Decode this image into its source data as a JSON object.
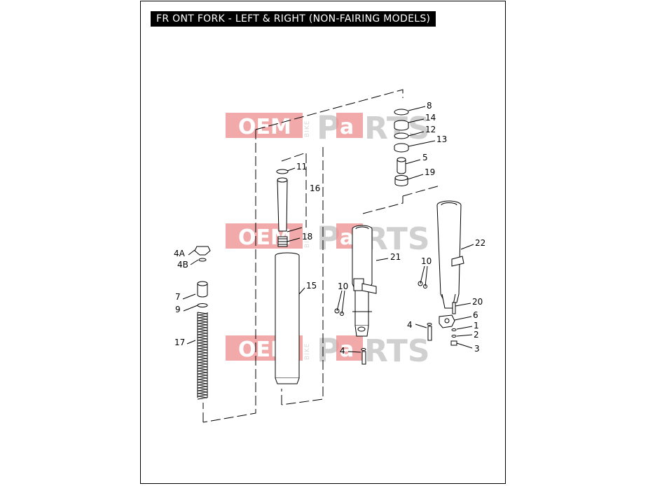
{
  "title": "FR ONT FORK  - LEFT  & RIGHT (NON-FAIRING MODELS)",
  "watermark": {
    "oem": "OEM",
    "bike": "BIKE",
    "parts_a": "P",
    "parts_b": "a",
    "parts_c": "RTS"
  },
  "colors": {
    "watermark_red": "#ee8c8c",
    "watermark_gray": "#c8c8c8",
    "title_bg": "#000000",
    "title_fg": "#ffffff"
  },
  "callouts": {
    "c8": "8",
    "c14": "14",
    "c12": "12",
    "c13": "13",
    "c5": "5",
    "c19": "19",
    "c11": "11",
    "c16": "16",
    "c18": "18",
    "c15": "15",
    "c4A": "4A",
    "c4B": "4B",
    "c7": "7",
    "c9": "9",
    "c17": "17",
    "c21": "21",
    "c22": "22",
    "c10a": "10",
    "c10b": "10",
    "c20": "20",
    "c6": "6",
    "c1": "1",
    "c2": "2",
    "c3": "3",
    "c4a": "4",
    "c4b": "4"
  }
}
